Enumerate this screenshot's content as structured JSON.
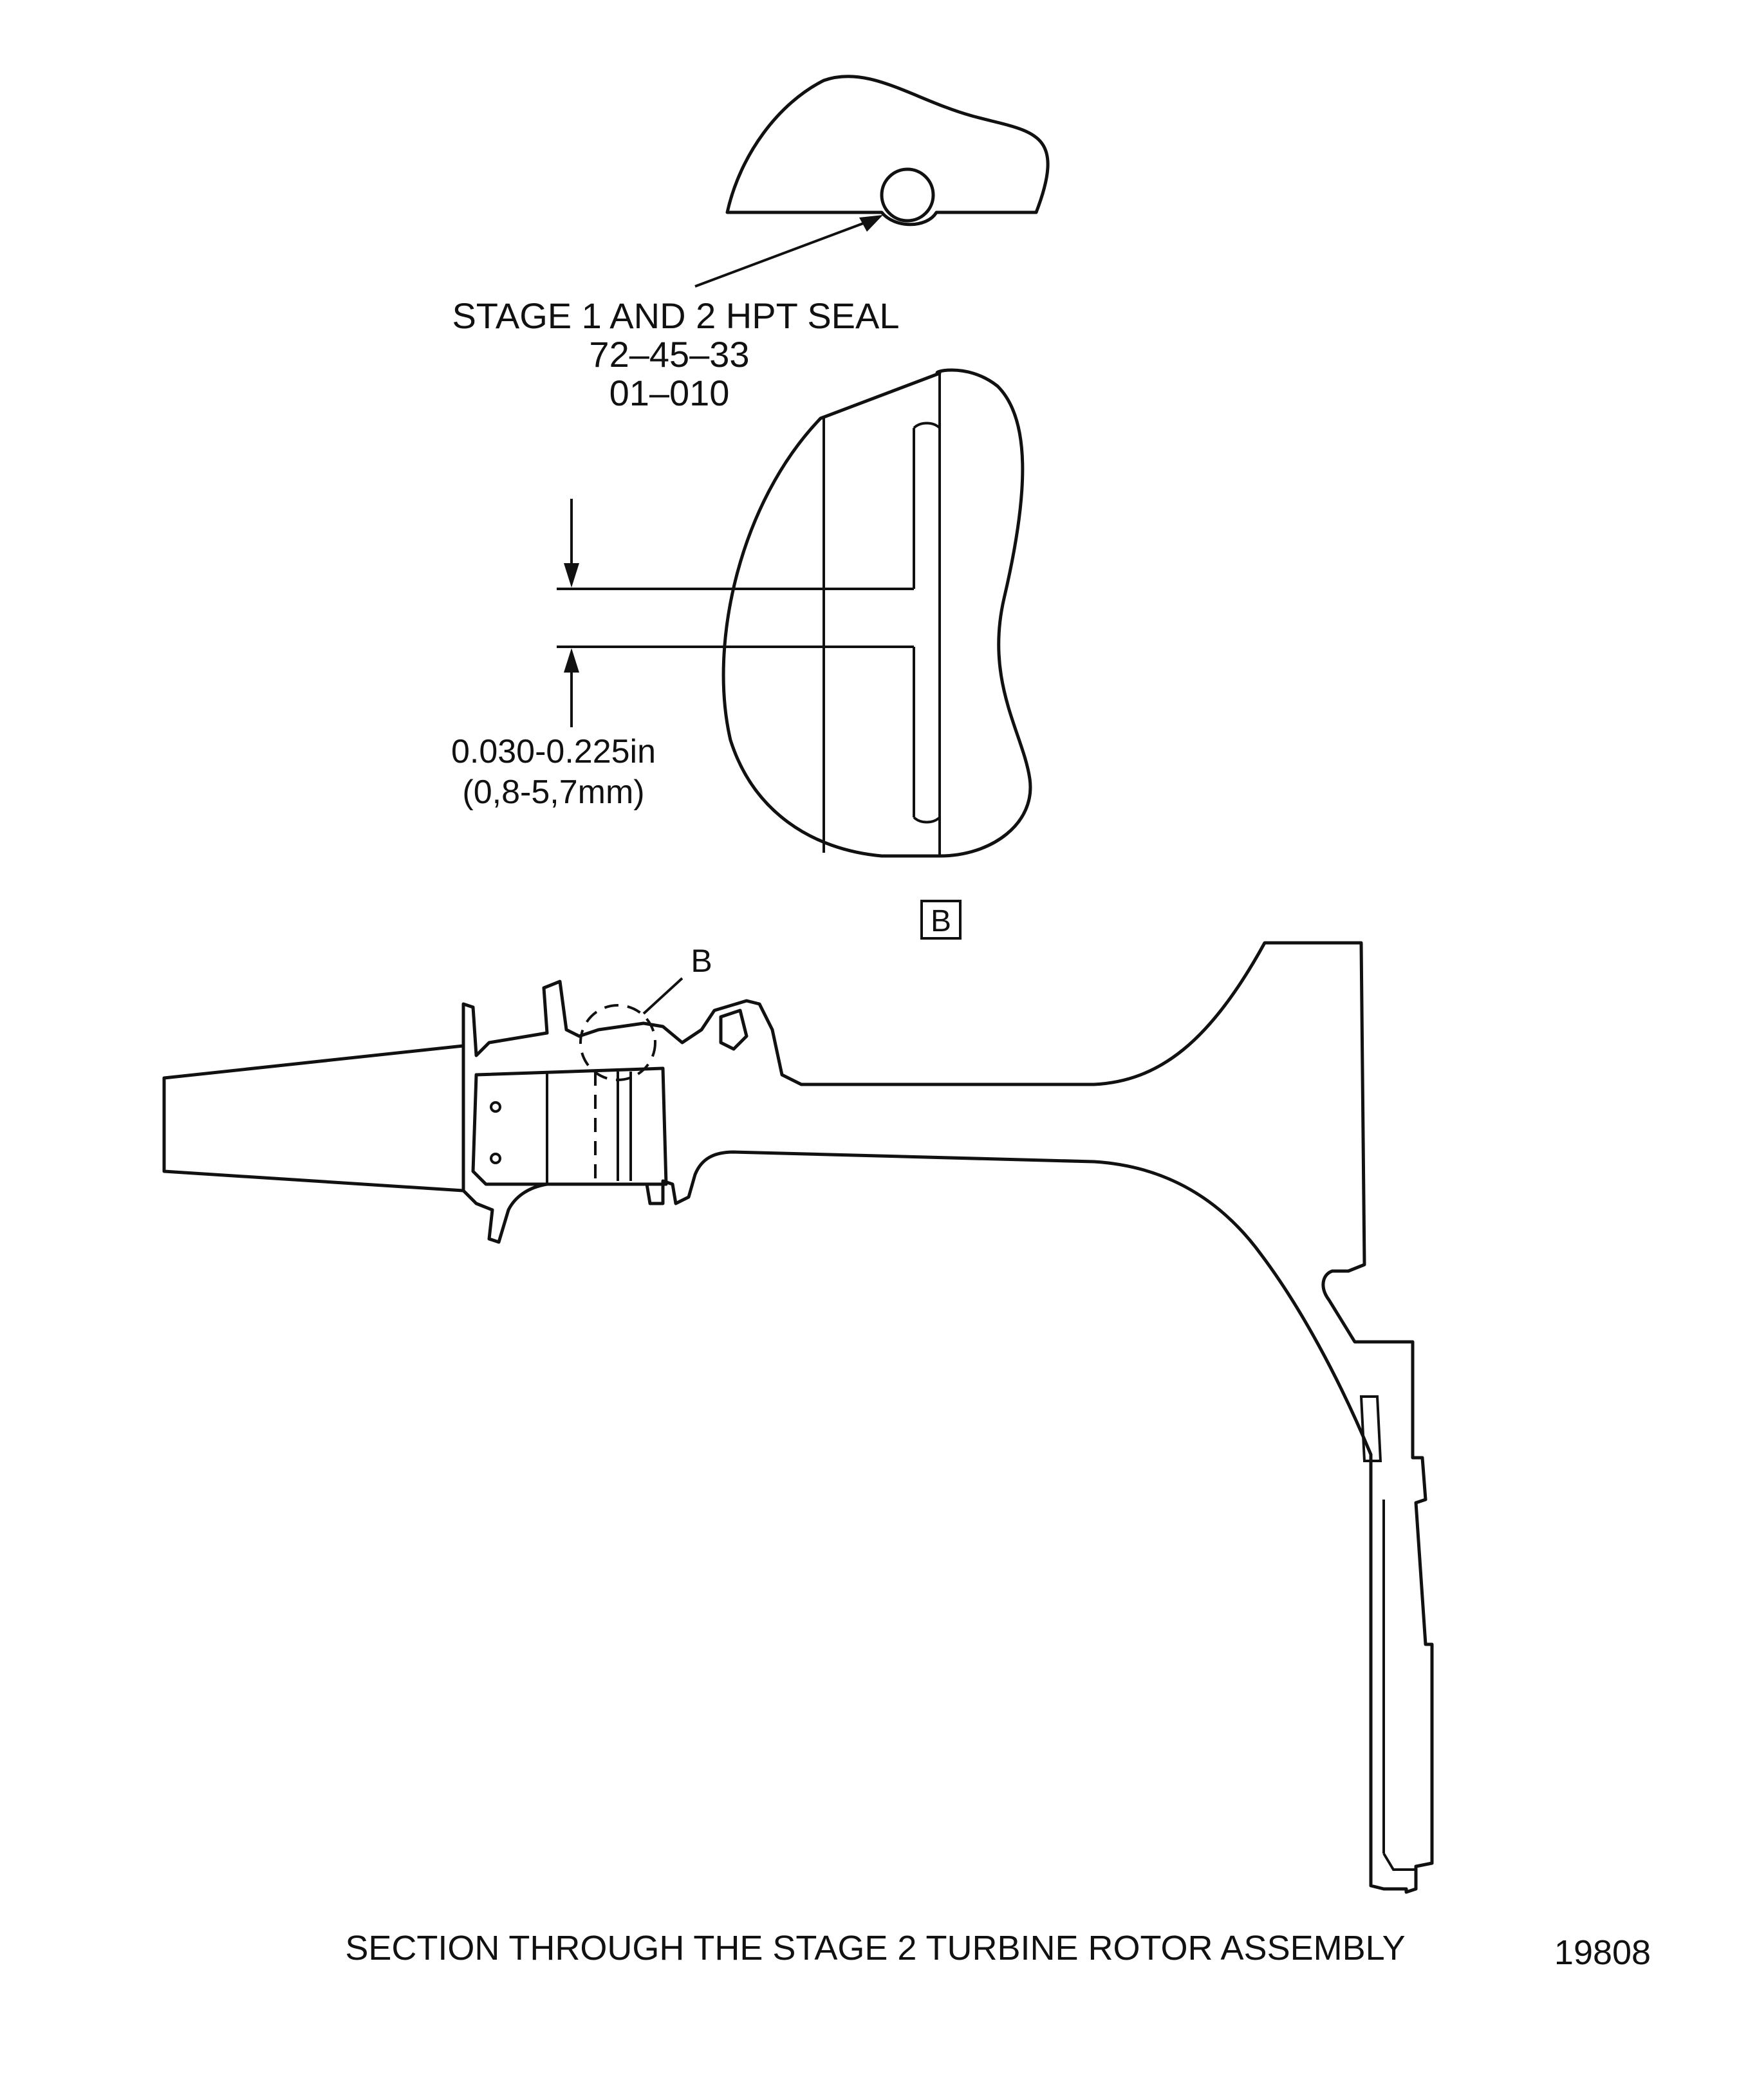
{
  "seal_callout": {
    "name": "STAGE 1 AND 2 HPT SEAL",
    "ref": "72–45–33",
    "item": "01–010"
  },
  "dimension": {
    "inch": "0.030-0.225in",
    "metric": "(0,8-5,7mm)"
  },
  "detail_box_label": "B",
  "detail_ref_label": "B",
  "caption": "SECTION THROUGH THE STAGE 2 TURBINE ROTOR ASSEMBLY",
  "figure_number": "19808"
}
